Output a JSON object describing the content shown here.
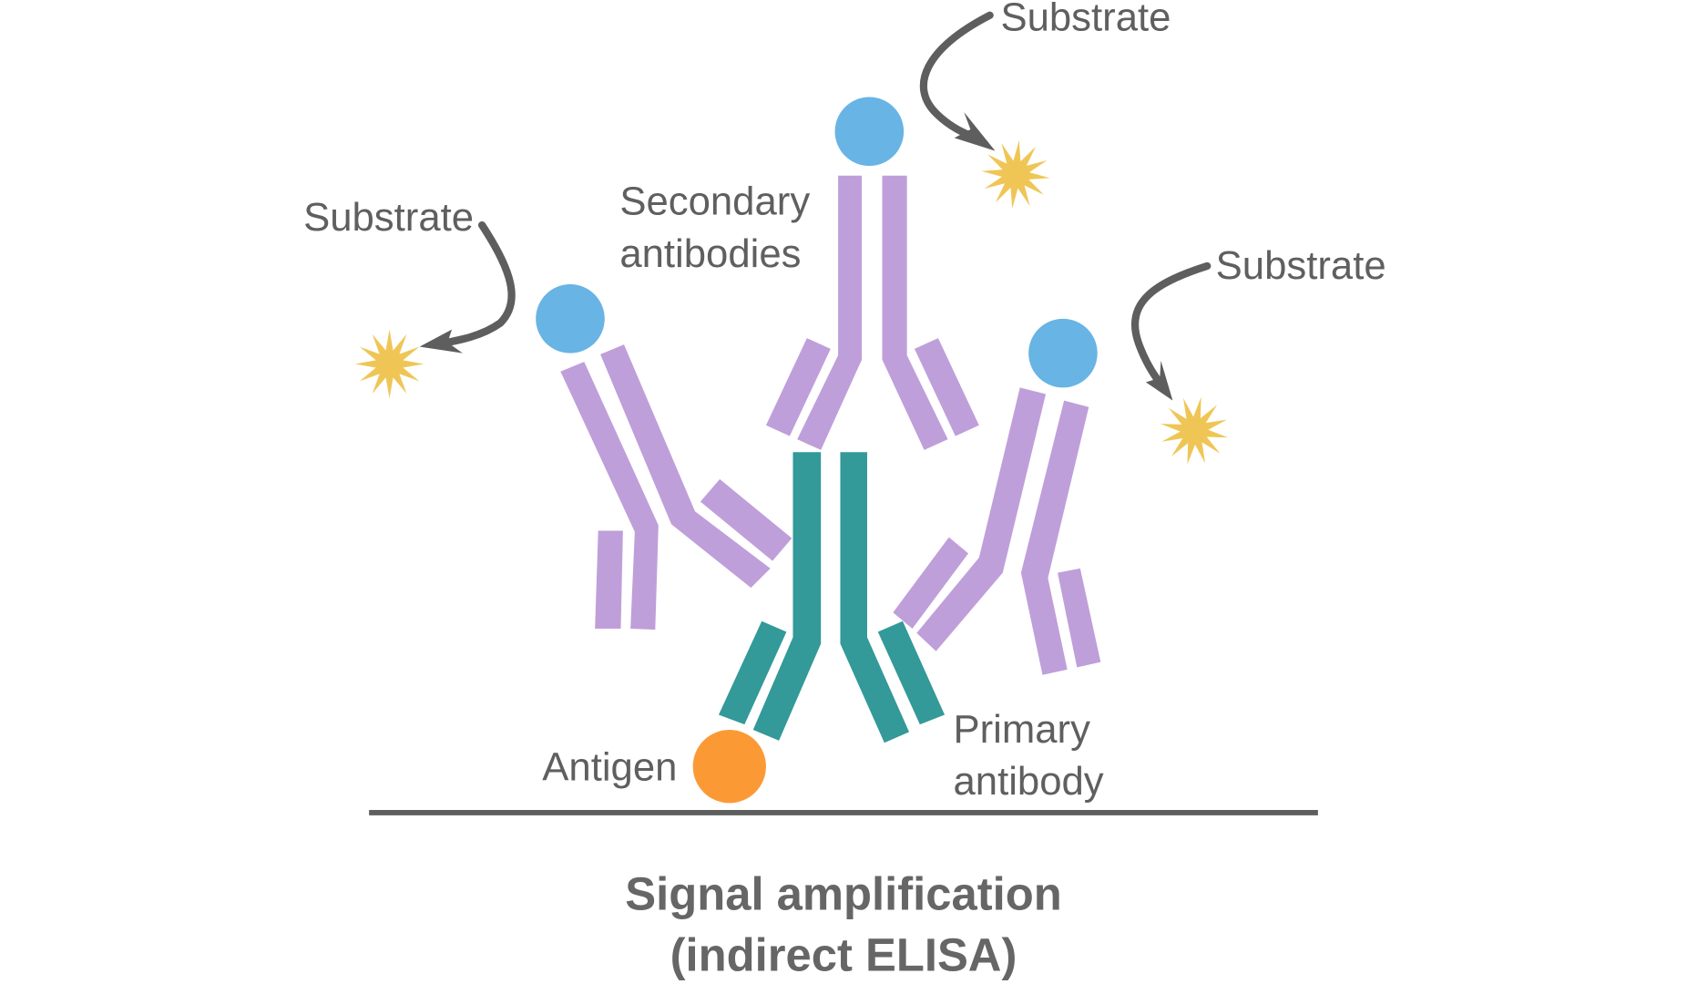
{
  "title": {
    "line1": "Signal amplification",
    "line2": "(indirect ELISA)"
  },
  "labels": {
    "substrate_top": "Substrate",
    "substrate_left": "Substrate",
    "substrate_right": "Substrate",
    "secondary_line1": "Secondary",
    "secondary_line2": "antibodies",
    "antigen": "Antigen",
    "primary_line1": "Primary",
    "primary_line2": "antibody"
  },
  "components": {
    "primary_antibody": {
      "count": 1,
      "color": "#339999"
    },
    "secondary_antibodies": {
      "count": 3,
      "color": "#bf9fda",
      "enzyme_color": "#68b4e4"
    },
    "antigen": {
      "count": 1,
      "color": "#fb9a35"
    },
    "substrates": {
      "count": 3,
      "color": "#efc656"
    },
    "arrows_color": "#5e5e5e",
    "surface_color": "#5e5e5e",
    "text_color": "#5f5f5f"
  }
}
